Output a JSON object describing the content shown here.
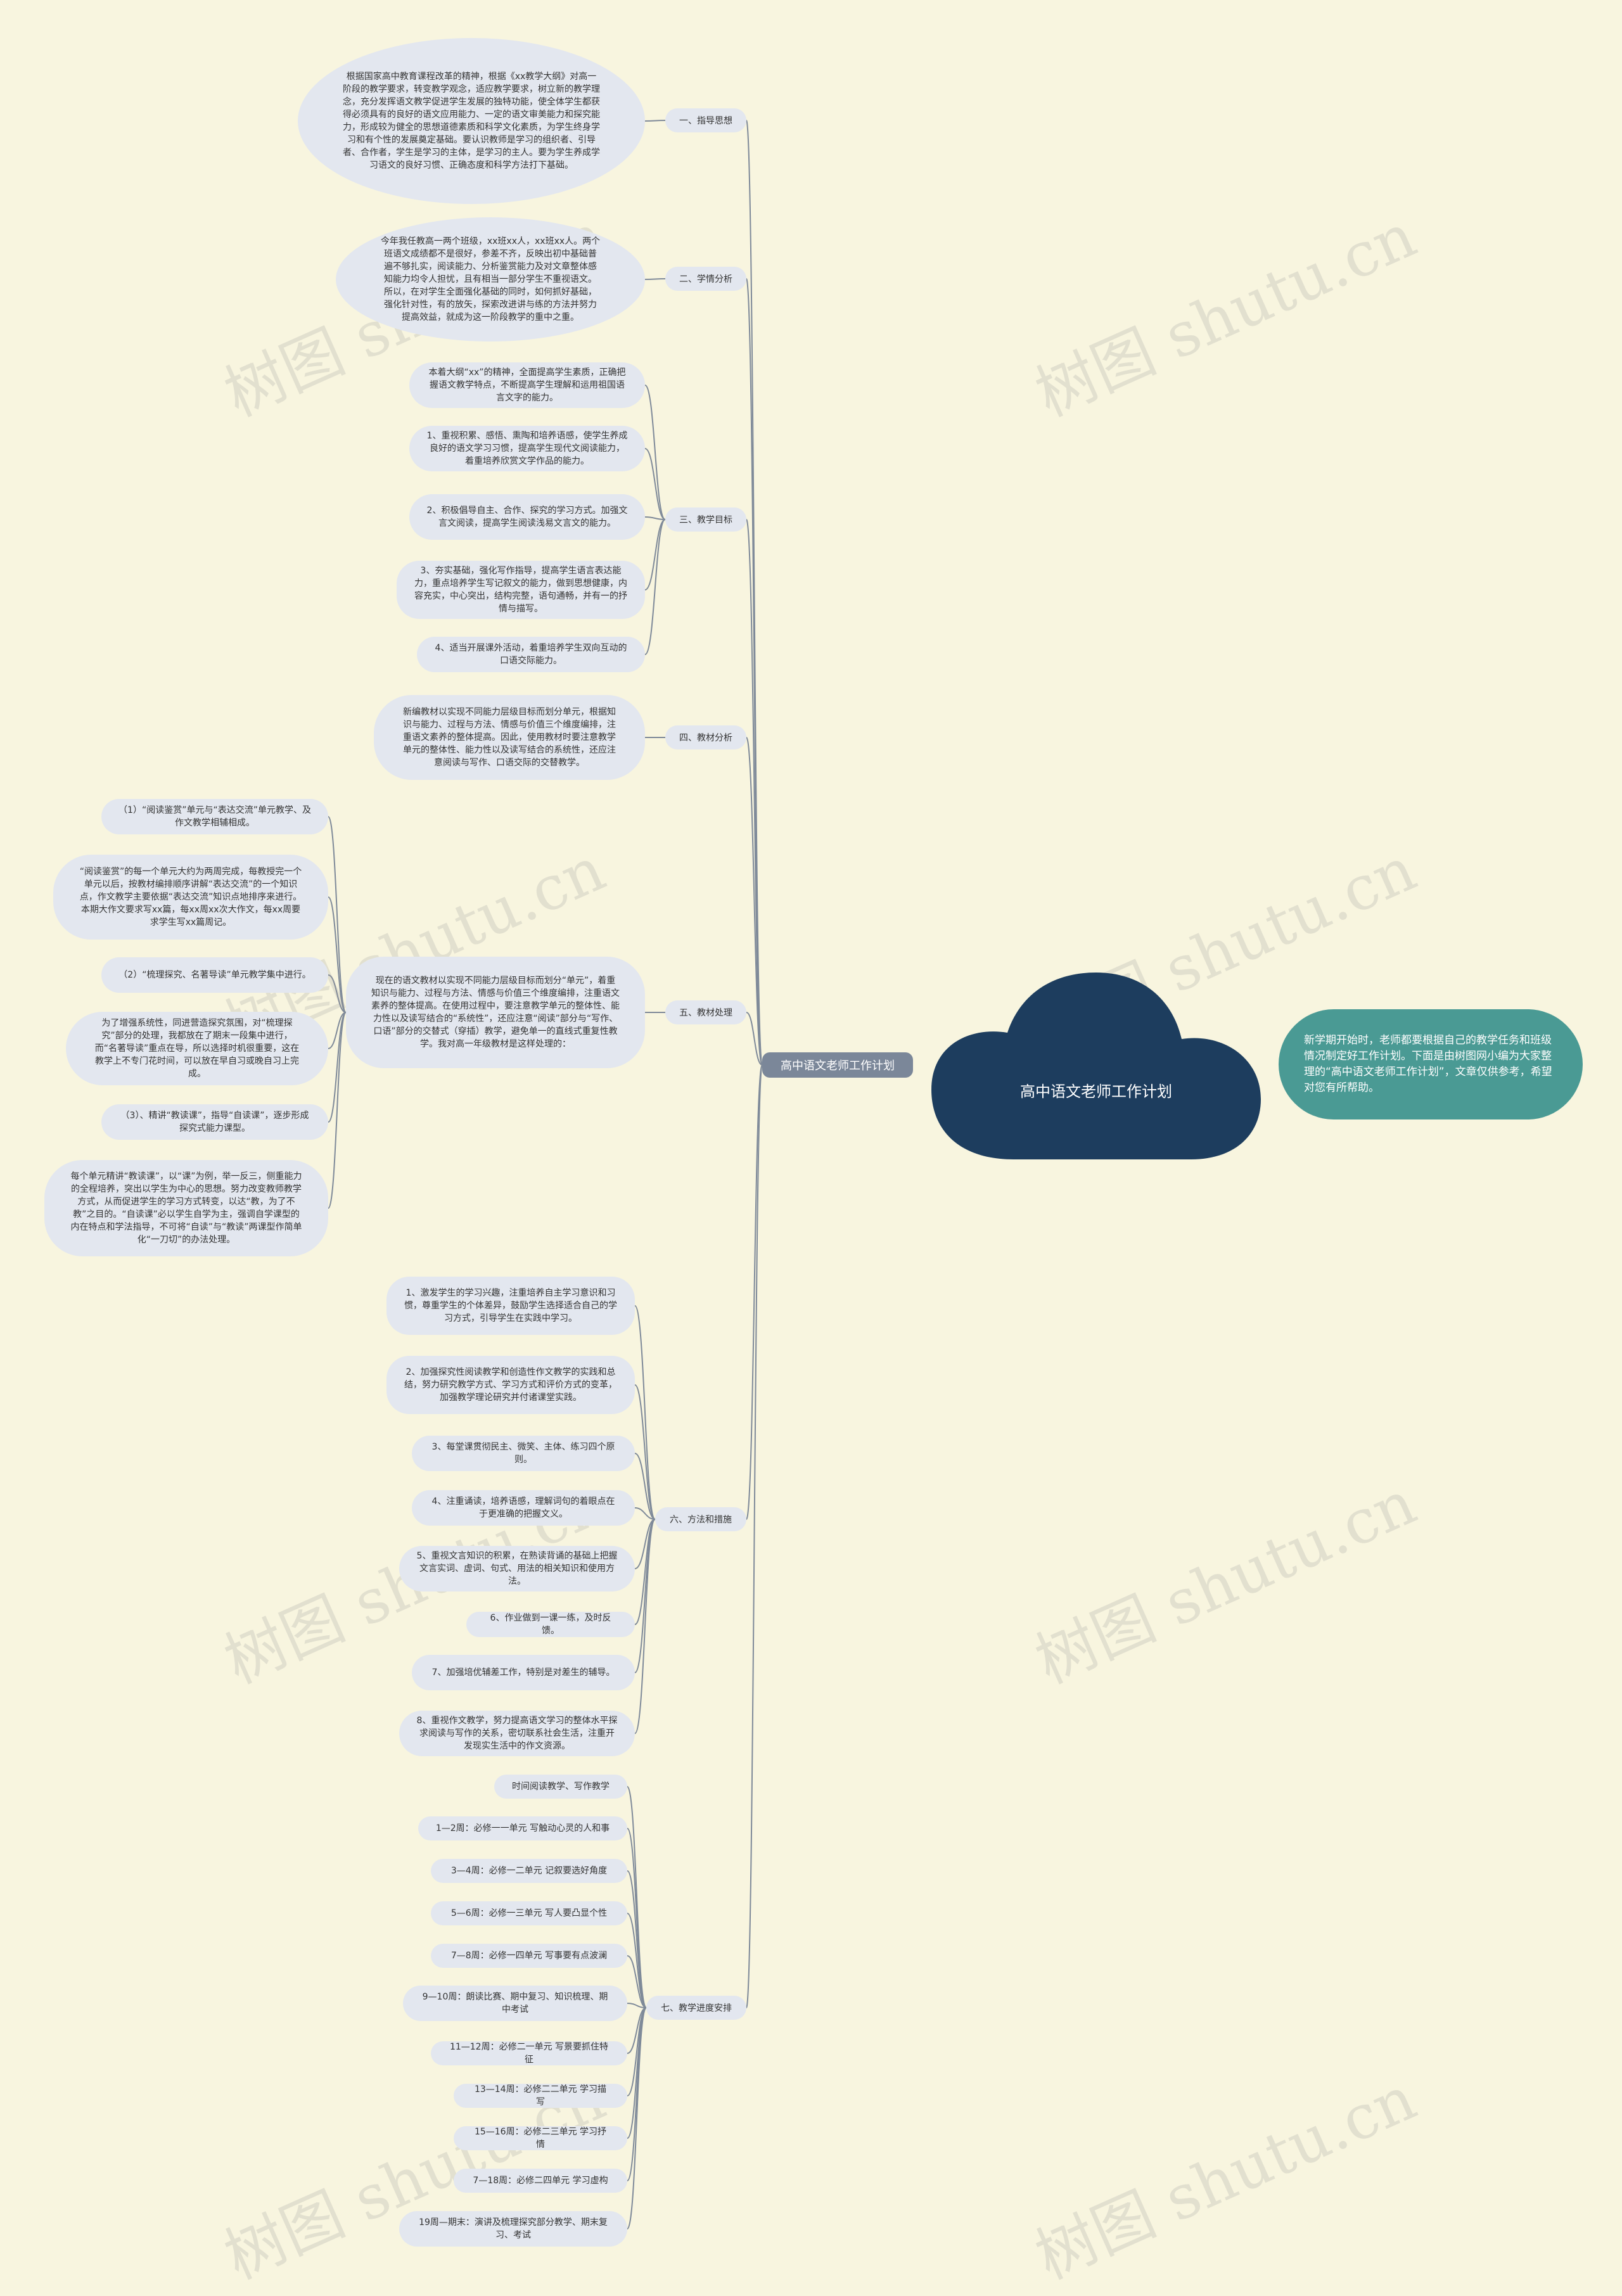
{
  "root": {
    "title": "高中语文老师工作计划"
  },
  "hub": {
    "label": "高中语文老师工作计划"
  },
  "summary": {
    "text": "新学期开始时，老师都要根据自己的教学任务和班级情况制定好工作计划。下面是由树图网小编为大家整理的“高中语文老师工作计划”，文章仅供参考，希望对您有所帮助。"
  },
  "branches": [
    {
      "label": "一、指导思想",
      "leaves": [
        "根据国家高中教育课程改革的精神，根据《xx教学大纲》对高一阶段的教学要求，转变教学观念，适应教学要求，树立新的教学理念，充分发挥语文教学促进学生发展的独特功能，使全体学生都获得必须具有的良好的语文应用能力、一定的语文审美能力和探究能力，形成较为健全的思想道德素质和科学文化素质，为学生终身学习和有个性的发展奠定基础。要认识教师是学习的组织者、引导者、合作者，学生是学习的主体，是学习的主人。要为学生养成学习语文的良好习惯、正确态度和科学方法打下基础。"
      ]
    },
    {
      "label": "二、学情分析",
      "leaves": [
        "今年我任教高一两个班级，xx班xx人，xx班xx人。两个班语文成绩都不是很好，参差不齐，反映出初中基础普遍不够扎实，阅读能力、分析鉴赏能力及对文章整体感知能力均令人担忧，且有相当一部分学生不重视语文。所以，在对学生全面强化基础的同时，如何抓好基础，强化针对性，有的放矢，探索改进讲与练的方法并努力提高效益，就成为这一阶段教学的重中之重。"
      ]
    },
    {
      "label": "三、教学目标",
      "leaves": [
        "本着大纲“xx”的精神，全面提高学生素质，正确把握语文教学特点，不断提高学生理解和运用祖国语言文字的能力。",
        "1、重视积累、感悟、熏陶和培养语感，使学生养成良好的语文学习习惯，提高学生现代文阅读能力，着重培养欣赏文学作品的能力。",
        "2、积极倡导自主、合作、探究的学习方式。加强文言文阅读，提高学生阅读浅易文言文的能力。",
        "3、夯实基础，强化写作指导，提高学生语言表达能力，重点培养学生写记叙文的能力，做到思想健康，内容充实，中心突出，结构完整，语句通畅，并有一的抒情与描写。",
        "4、适当开展课外活动，着重培养学生双向互动的口语交际能力。"
      ]
    },
    {
      "label": "四、教材分析",
      "leaves": [
        "新编教材以实现不同能力层级目标而划分单元，根据知识与能力、过程与方法、情感与价值三个维度编排，注重语文素养的整体提高。因此，使用教材时要注意教学单元的整体性、能力性以及读写结合的系统性，还应注意阅读与写作、口语交际的交替教学。"
      ]
    },
    {
      "label": "五、教材处理",
      "leaves": [
        "现在的语文教材以实现不同能力层级目标而划分“单元”，着重知识与能力、过程与方法、情感与价值三个维度编排，注重语文素养的整体提高。在使用过程中，要注意教学单元的整体性、能力性以及读写结合的“系统性”，还应注意“阅读”部分与“写作、口语”部分的交替式（穿插）教学，避免单一的直线式重复性教学。我对高一年级教材是这样处理的："
      ],
      "subleaves": [
        "（1）“阅读鉴赏”单元与“表达交流”单元教学、及作文教学相辅相成。",
        "“阅读鉴赏”的每一个单元大约为两周完成，每教授完一个单元以后，按教材编排顺序讲解“表达交流”的一个知识点，作文教学主要依据“表达交流”知识点地排序来进行。本期大作文要求写xx篇，每xx周xx次大作文，每xx周要求学生写xx篇周记。",
        "（2）“梳理探究、名著导读”单元教学集中进行。",
        "为了增强系统性，同进营造探究氛围，对“梳理探究”部分的处理，我都放在了期末一段集中进行，而“名著导读”重点在导，所以选择时机很重要，这在教学上不专门花时间，可以放在早自习或晚自习上完成。",
        "（3）、精讲“教读课”，指导“自读课”，逐步形成探究式能力课型。",
        "每个单元精讲“教读课”，以“课”为例，举一反三，侧重能力的全程培养，突出以学生为中心的思想。努力改变教师教学方式，从而促进学生的学习方式转变，以达“教，为了不教”之目的。“自读课”必以学生自学为主，强调自学课型的内在特点和学法指导，不可将“自读”与“教读”两课型作简单化“一刀切”的办法处理。"
      ]
    },
    {
      "label": "六、方法和措施",
      "leaves": [
        "1、激发学生的学习兴趣，注重培养自主学习意识和习惯，尊重学生的个体差异，鼓励学生选择适合自己的学习方式，引导学生在实践中学习。",
        "2、加强探究性阅读教学和创造性作文教学的实践和总结，努力研究教学方式、学习方式和评价方式的变革，加强教学理论研究并付诸课堂实践。",
        "3、每堂课贯彻民主、微笑、主体、练习四个原则。",
        "4、注重诵读，培养语感，理解词句的着眼点在于更准确的把握文义。",
        "5、重视文言知识的积累，在熟读背诵的基础上把握文言实词、虚词、句式、用法的相关知识和使用方法。",
        "6、作业做到一课一练，及时反馈。",
        "7、加强培优辅差工作，特别是对差生的辅导。",
        "8、重视作文教学，努力提高语文学习的整体水平探求阅读与写作的关系，密切联系社会生活，注重开发现实生活中的作文资源。"
      ]
    },
    {
      "label": "七、教学进度安排",
      "leaves": [
        "时间阅读教学、写作教学",
        "1—2周：必修一一单元 写触动心灵的人和事",
        "3—4周：必修一二单元 记叙要选好角度",
        "5—6周：必修一三单元 写人要凸显个性",
        "7—8周：必修一四单元 写事要有点波澜",
        "9—10周：朗读比赛、期中复习、知识梳理、期中考试",
        "11—12周：必修二一单元 写景要抓住特征",
        "13—14周：必修二二单元 学习描写",
        "15—16周：必修二三单元 学习抒情",
        "7—18周：必修二四单元 学习虚构",
        "19周—期末：演讲及梳理探究部分教学、期末复习、考试"
      ]
    }
  ],
  "watermarks": [
    "树图 shutu.cn",
    "树图 shutu.cn",
    "树图 shutu.cn",
    "树图 shutu.cn",
    "树图 shutu.cn",
    "树图 shutu.cn",
    "树图 shutu.cn",
    "树图 shutu.cn"
  ],
  "colors": {
    "background": "#f8f5df",
    "root": "#1d3d5e",
    "summary": "#4a9a94",
    "hub": "#7b8799",
    "leaf": "#e3e7ef",
    "line": "#7f8a99"
  }
}
